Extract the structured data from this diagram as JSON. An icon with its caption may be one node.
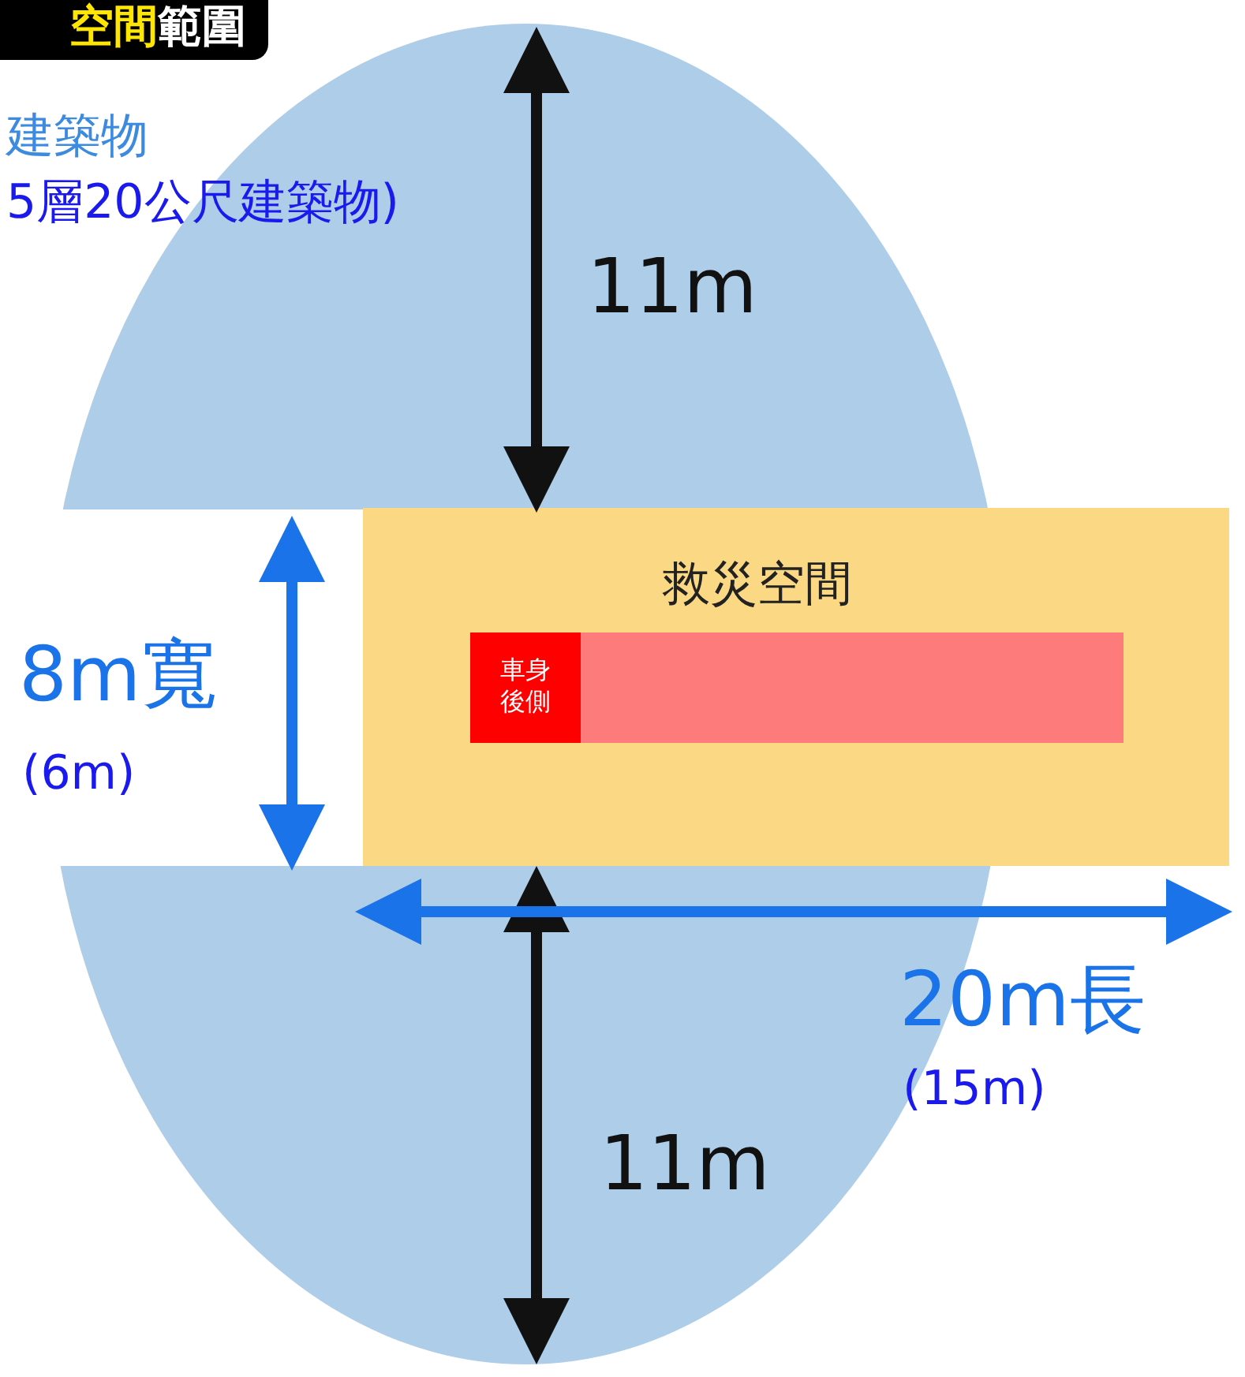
{
  "diagram": {
    "title": "空間範圍",
    "nodes": [
      {
        "text": [
          "救災空間"
        ]
      },
      {
        "text": [],
        "shape": "bar",
        "in": 0
      },
      {
        "text": [
          "車身後側"
        ],
        "in": 1
      }
    ],
    "edges": [],
    "labels": [
      "建築物",
      "5層20公尺建築物)",
      "11m",
      "8m寬",
      "(6m)",
      "20m長",
      "(15m)",
      "11m"
    ]
  }
}
